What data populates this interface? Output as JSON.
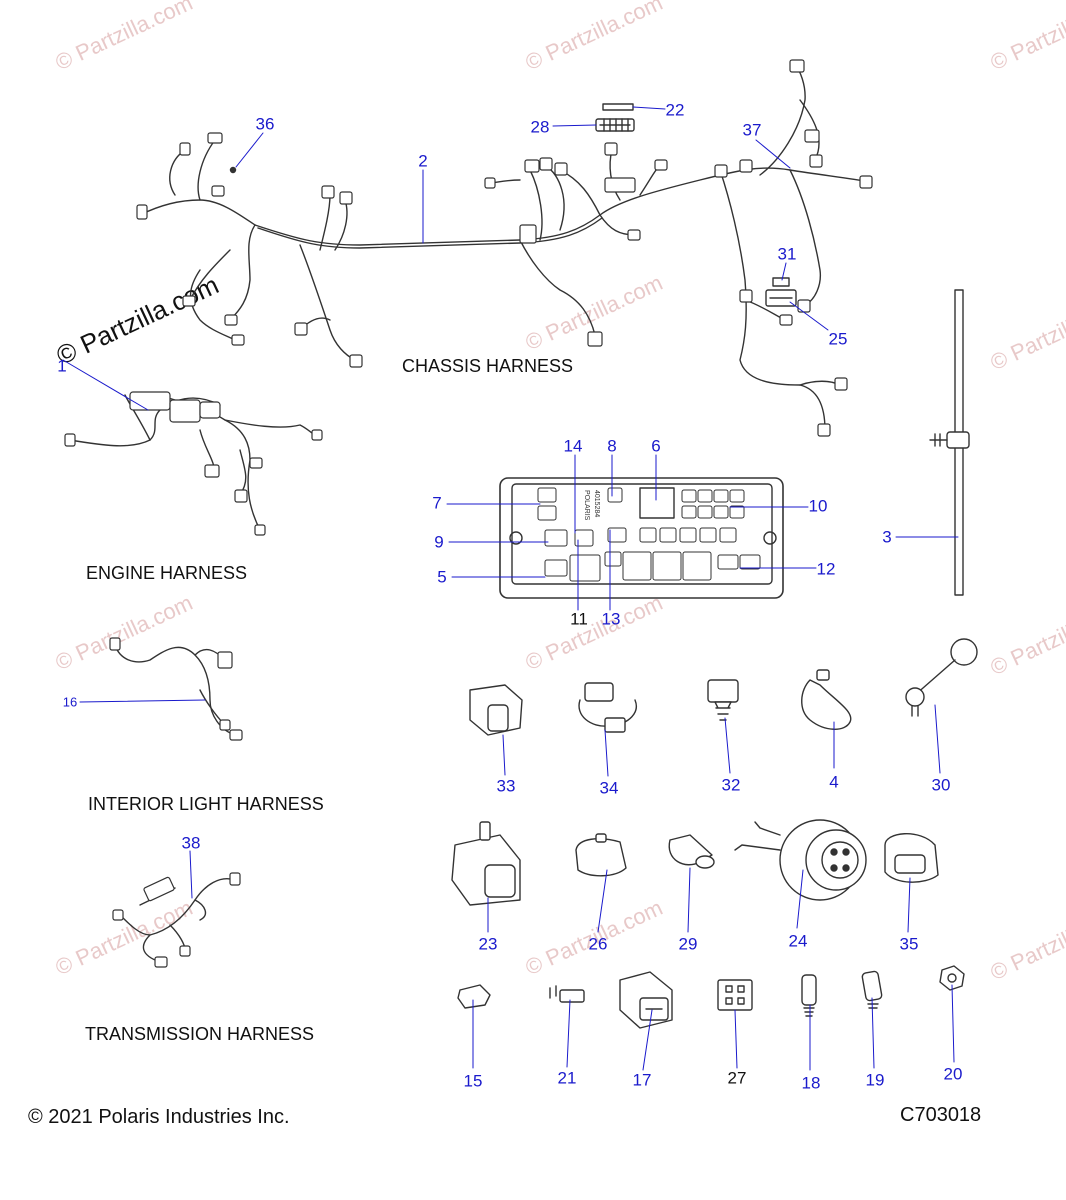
{
  "watermark": "© Partzilla.com",
  "harness_titles": {
    "chassis": "CHASSIS HARNESS",
    "engine": "ENGINE HARNESS",
    "interior_light": "INTERIOR LIGHT HARNESS",
    "transmission": "TRANSMISSION HARNESS"
  },
  "footer": {
    "copyright": "© 2021 Polaris Industries Inc.",
    "diagram_code": "C703018"
  },
  "callouts": [
    {
      "id": "1",
      "color": "#1a1acc"
    },
    {
      "id": "2",
      "color": "#1a1acc"
    },
    {
      "id": "3",
      "color": "#1a1acc"
    },
    {
      "id": "4",
      "color": "#1a1acc"
    },
    {
      "id": "5",
      "color": "#1a1acc"
    },
    {
      "id": "6",
      "color": "#1a1acc"
    },
    {
      "id": "7",
      "color": "#1a1acc"
    },
    {
      "id": "8",
      "color": "#1a1acc"
    },
    {
      "id": "9",
      "color": "#1a1acc"
    },
    {
      "id": "10",
      "color": "#1a1acc"
    },
    {
      "id": "11",
      "color": "#111111"
    },
    {
      "id": "12",
      "color": "#1a1acc"
    },
    {
      "id": "13",
      "color": "#1a1acc"
    },
    {
      "id": "14",
      "color": "#1a1acc"
    },
    {
      "id": "15",
      "color": "#1a1acc"
    },
    {
      "id": "16",
      "color": "#1a1acc"
    },
    {
      "id": "17",
      "color": "#1a1acc"
    },
    {
      "id": "18",
      "color": "#1a1acc"
    },
    {
      "id": "19",
      "color": "#1a1acc"
    },
    {
      "id": "20",
      "color": "#1a1acc"
    },
    {
      "id": "21",
      "color": "#1a1acc"
    },
    {
      "id": "22",
      "color": "#1a1acc"
    },
    {
      "id": "23",
      "color": "#1a1acc"
    },
    {
      "id": "24",
      "color": "#1a1acc"
    },
    {
      "id": "25",
      "color": "#1a1acc"
    },
    {
      "id": "26",
      "color": "#1a1acc"
    },
    {
      "id": "27",
      "color": "#111111"
    },
    {
      "id": "28",
      "color": "#1a1acc"
    },
    {
      "id": "29",
      "color": "#1a1acc"
    },
    {
      "id": "30",
      "color": "#1a1acc"
    },
    {
      "id": "31",
      "color": "#1a1acc"
    },
    {
      "id": "32",
      "color": "#1a1acc"
    },
    {
      "id": "33",
      "color": "#1a1acc"
    },
    {
      "id": "34",
      "color": "#1a1acc"
    },
    {
      "id": "35",
      "color": "#1a1acc"
    },
    {
      "id": "36",
      "color": "#1a1acc"
    },
    {
      "id": "37",
      "color": "#1a1acc"
    },
    {
      "id": "38",
      "color": "#1a1acc"
    }
  ],
  "fuse_box_labels": [
    "POLARIS",
    "4015284"
  ]
}
